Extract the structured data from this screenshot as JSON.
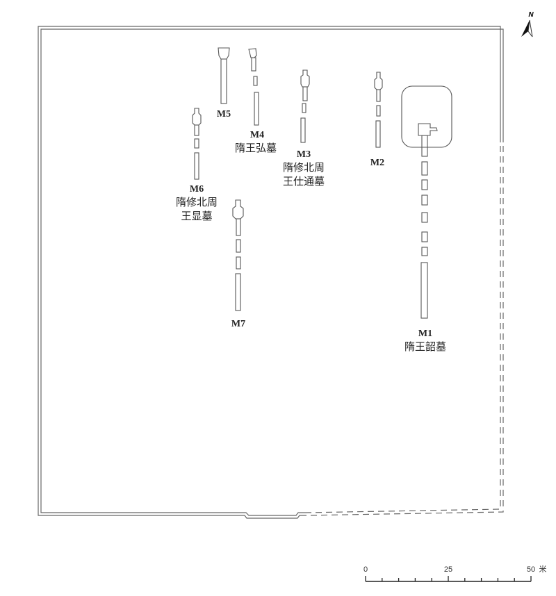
{
  "north": "N",
  "tombs": [
    {
      "id": "M1",
      "name": "隋王韶墓"
    },
    {
      "id": "M2"
    },
    {
      "id": "M3",
      "name_line1": "隋修北周",
      "name_line2": "王仕通墓"
    },
    {
      "id": "M4",
      "name": "隋王弘墓"
    },
    {
      "id": "M5"
    },
    {
      "id": "M6",
      "name_line1": "隋修北周",
      "name_line2": "王显墓"
    },
    {
      "id": "M7"
    }
  ],
  "scale_bar": {
    "labels": [
      "0",
      "25",
      "50"
    ],
    "unit": "米",
    "max_meters": 50,
    "minor_step_meters": 5
  }
}
